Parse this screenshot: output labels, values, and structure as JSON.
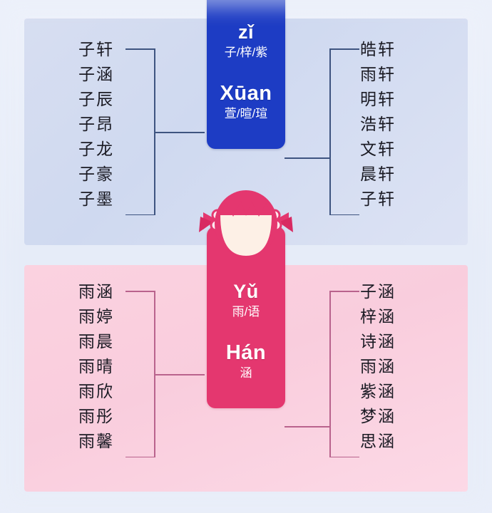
{
  "poster": {
    "background_color": "#e9eef9",
    "sections": [
      {
        "id": "boy",
        "panel_color": "#d4ddf0",
        "card_color": "#1d3cc4",
        "line_color": "#3e5480",
        "figure": "boy-avatar-icon",
        "card": {
          "pinyin_1": "zǐ",
          "hanzi_1": "子/梓/紫",
          "pinyin_2": "Xūan",
          "hanzi_2": "萱/暄/瑄"
        },
        "left_names": [
          "子轩",
          "子涵",
          "子辰",
          "子昂",
          "子龙",
          "子豪",
          "子墨"
        ],
        "right_names": [
          "皓轩",
          "雨轩",
          "明轩",
          "浩轩",
          "文轩",
          "晨轩",
          "子轩"
        ]
      },
      {
        "id": "girl",
        "panel_color": "#f9cddd",
        "card_color": "#e4376f",
        "line_color": "#b9638d",
        "figure": "girl-avatar-icon",
        "card": {
          "pinyin_1": "Yǔ",
          "hanzi_1": "雨/语",
          "pinyin_2": "Hán",
          "hanzi_2": "涵"
        },
        "left_names": [
          "雨涵",
          "雨婷",
          "雨晨",
          "雨晴",
          "雨欣",
          "雨彤",
          "雨馨"
        ],
        "right_names": [
          "子涵",
          "梓涵",
          "诗涵",
          "雨涵",
          "紫涵",
          "梦涵",
          "思涵"
        ]
      }
    ]
  }
}
